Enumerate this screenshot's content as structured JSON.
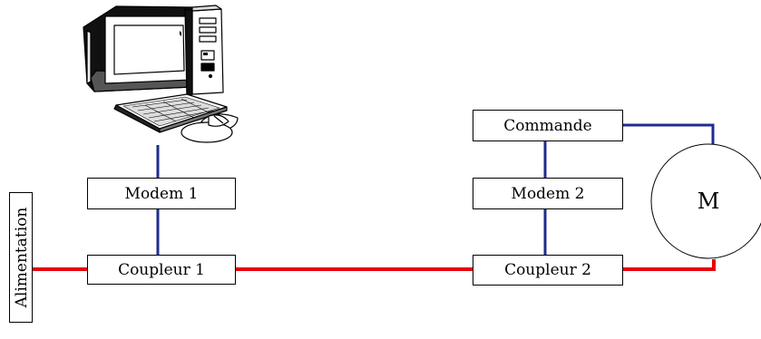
{
  "labels": {
    "power": "Alimentation",
    "modem1": "Modem 1",
    "coupler1": "Coupleur 1",
    "command": "Commande",
    "modem2": "Modem 2",
    "coupler2": "Coupleur 2",
    "motor": "M"
  },
  "colors": {
    "power_line": "#e8000d",
    "signal_line": "#1f2c8f",
    "stroke": "#000000"
  },
  "icons": [
    "desktop-computer-icon",
    "keyboard-icon",
    "mouse-icon"
  ]
}
